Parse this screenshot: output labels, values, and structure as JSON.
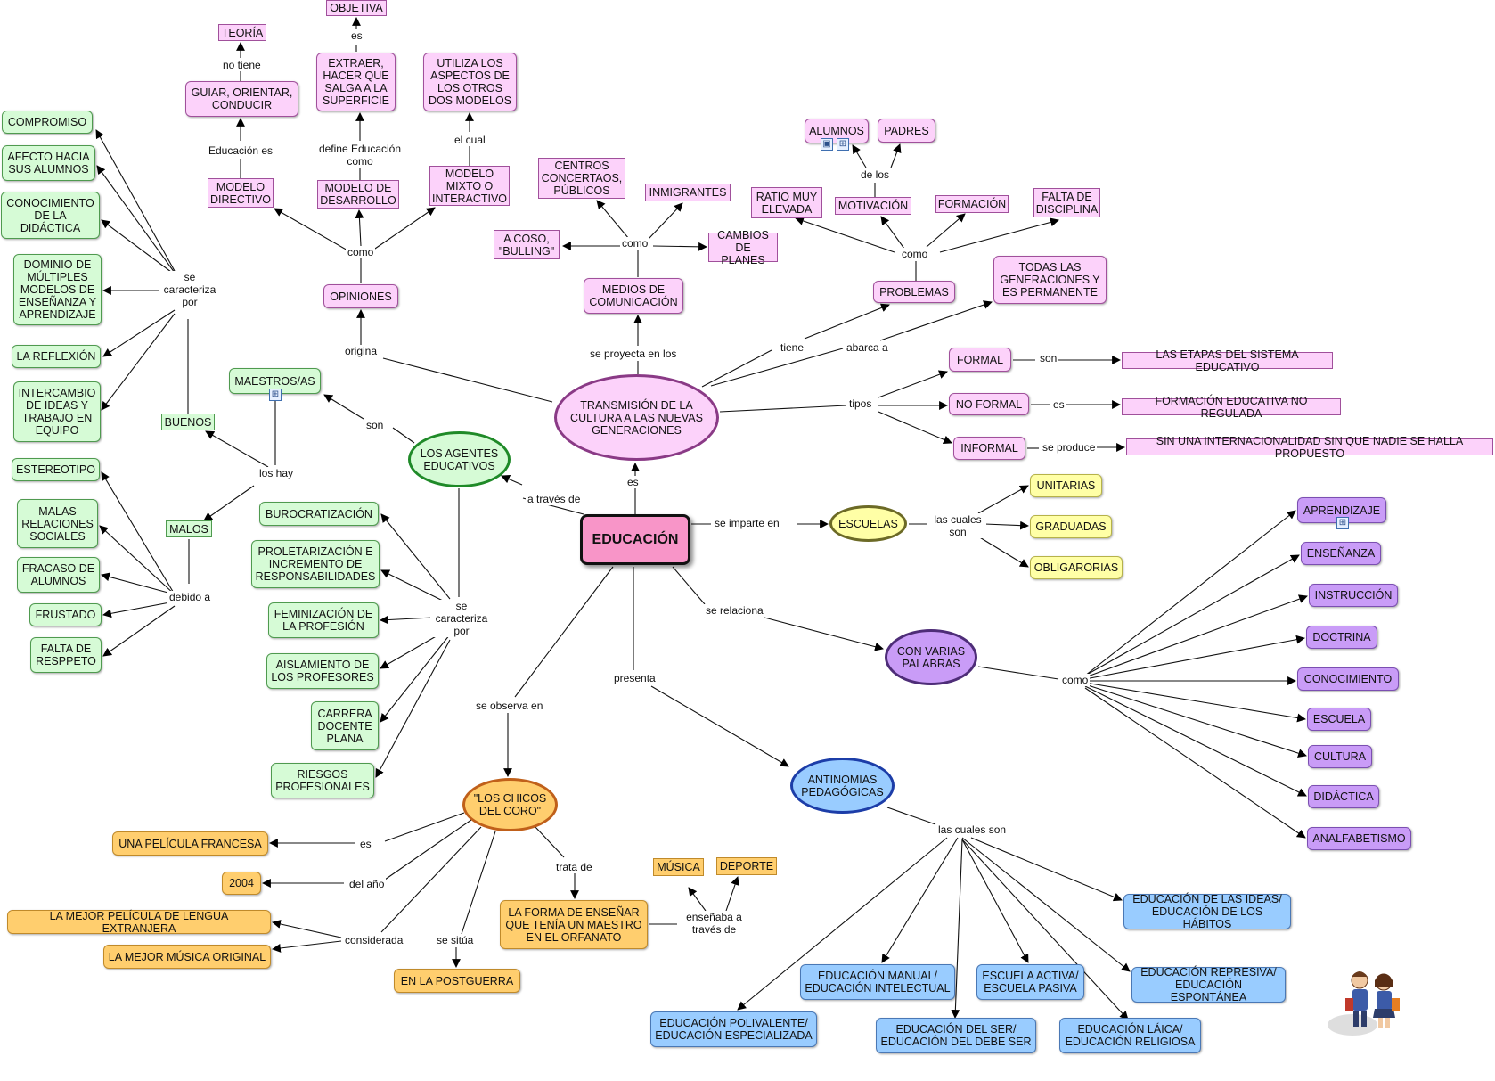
{
  "center": {
    "label": "EDUCACIÓN"
  },
  "nodes": {
    "transmision": "TRANSMISIÓN DE LA CULTURA A LAS NUEVAS GENERACIONES",
    "opiniones": "OPINIONES",
    "modelo_directivo": "MODELO DIRECTIVO",
    "modelo_desarrollo": "MODELO DE DESARROLLO",
    "modelo_mixto": "MODELO MIXTO O INTERACTIVO",
    "guiar": "GUIAR, ORIENTAR, CONDUCIR",
    "teoria": "TEORÍA",
    "extraer": "EXTRAER, HACER QUE SALGA A LA SUPERFICIE",
    "objetiva": "OBJETIVA",
    "utiliza": "UTILIZA LOS ASPECTOS DE LOS OTROS DOS MODELOS",
    "medios": "MEDIOS DE COMUNICACIÓN",
    "acoso": "A COSO, \"BULLING\"",
    "centros": "CENTROS CONCERTAOS, PÚBLICOS",
    "inmigrantes": "INMIGRANTES",
    "cambios": "CAMBIOS DE PLANES",
    "problemas": "PROBLEMAS",
    "ratio": "RATIO MUY ELEVADA",
    "motivacion": "MOTIVACIÓN",
    "alumnos": "ALUMNOS",
    "padres": "PADRES",
    "formacion": "FORMACIÓN",
    "falta_disciplina": "FALTA DE DISCIPLINA",
    "todas": "TODAS LAS GENERACIONES Y ES PERMANENTE",
    "formal": "FORMAL",
    "no_formal": "NO FORMAL",
    "informal": "INFORMAL",
    "etapas": "LAS ETAPAS DEL SISTEMA EDUCATIVO",
    "formacion_nr": "FORMACIÓN EDUCATIVA NO REGULADA",
    "sin_intencion": "SIN UNA INTERNACIONALIDAD SIN QUE NADIE SE HALLA PROPUESTO",
    "escuelas": "ESCUELAS",
    "unitarias": "UNITARIAS",
    "graduadas": "GRADUADAS",
    "obligatorias": "OBLIGARORIAS",
    "palabras": "CON VARIAS PALABRAS",
    "aprendizaje": "APRENDIZAJE",
    "ensenanza": "ENSEÑANZA",
    "instruccion": "INSTRUCCIÓN",
    "doctrina": "DOCTRINA",
    "conocimiento": "CONOCIMIENTO",
    "escuela": "ESCUELA",
    "cultura": "CULTURA",
    "didactica": "DIDÁCTICA",
    "analfabetismo": "ANALFABETISMO",
    "antinomias": "ANTINOMIAS PEDAGÓGICAS",
    "ideas_habitos": "EDUCACIÓN DE LAS IDEAS/ EDUCACIÓN DE LOS HÁBITOS",
    "manual": "EDUCACIÓN MANUAL/ EDUCACIÓN INTELECTUAL",
    "activa": "ESCUELA ACTIVA/ ESCUELA PASIVA",
    "represiva": "EDUCACIÓN REPRESIVA/ EDUCACIÓN ESPONTÁNEA",
    "polivalente": "EDUCACIÓN POLIVALENTE/ EDUCACIÓN ESPECIALIZADA",
    "ser": "EDUCACIÓN DEL SER/ EDUCACIÓN DEL DEBE SER",
    "laica": "EDUCACIÓN LÁICA/ EDUCACIÓN RELIGIOSA",
    "chicos": "\"LOS CHICOS DEL CORO\"",
    "pelicula": "UNA PELÍCULA FRANCESA",
    "anio": "2004",
    "mejor_pelicula": "LA MEJOR PELÍCULA DE LENGUA EXTRANJERA",
    "mejor_musica": "LA MEJOR MÚSICA ORIGINAL",
    "postguerra": "EN LA POSTGUERRA",
    "forma": "LA FORMA DE ENSEÑAR QUE TENÍA UN MAESTRO EN EL ORFANATO",
    "musica": "MÚSICA",
    "deporte": "DEPORTE",
    "agentes": "LOS AGENTES EDUCATIVOS",
    "maestros": "MAESTROS/AS",
    "buenos": "BUENOS",
    "malos": "MALOS",
    "compromiso": "COMPROMISO",
    "afecto": "AFECTO HACIA SUS ALUMNOS",
    "conoc_didactica": "CONOCIMIENTO DE LA DIDÁCTICA",
    "dominio": "DOMINIO DE MÚLTIPLES MODELOS DE ENSEÑANZA Y APRENDIZAJE",
    "reflexion": "LA REFLEXIÓN",
    "intercambio": "INTERCAMBIO DE IDEAS Y TRABAJO EN EQUIPO",
    "estereotipo": "ESTEREOTIPO",
    "malas": "MALAS RELACIONES SOCIALES",
    "fracaso": "FRACASO DE ALUMNOS",
    "frustrado": "FRUSTADO",
    "falta_respeto": "FALTA DE RESPPETO",
    "burocratizacion": "BUROCRATIZACIÓN",
    "proletarizacion": "PROLETARIZACIÓN E INCREMENTO DE RESPONSABILIDADES",
    "feminizacion": "FEMINIZACIÓN DE LA PROFESIÓN",
    "aislamiento": "AISLAMIENTO DE LOS PROFESORES",
    "carrera": "CARRERA DOCENTE PLANA",
    "riesgos": "RIESGOS PROFESIONALES"
  },
  "links": {
    "es_center": "es",
    "origina": "origina",
    "como_op": "como",
    "educacion_es": "Educación es",
    "no_tiene": "no tiene",
    "define": "define Educación como",
    "es_obj": "es",
    "el_cual": "el cual",
    "se_proyecta": "se proyecta en los",
    "como_med": "como",
    "tiene": "tiene",
    "como_prob": "como",
    "de_los": "de los",
    "abarca": "abarca a",
    "tipos": "tipos",
    "son_formal": "son",
    "es_noformal": "es",
    "se_produce": "se produce",
    "se_imparte": "se imparte en",
    "las_cuales_son": "las cuales son",
    "se_relaciona": "se relaciona",
    "como_pal": "como",
    "presenta": "presenta",
    "cuales_son_ant": "las cuales son",
    "se_observa": "se observa en",
    "es_chicos": "es",
    "del_anio": "del año",
    "considerada": "considerada",
    "se_situa": "se sitúa",
    "trata_de": "trata de",
    "ensenaba": "enseñaba a través de",
    "a_traves": "a través de",
    "son_ag": "son",
    "los_hay": "los hay",
    "caracteriza_buenos": "se caracteriza por",
    "debido": "debido a",
    "caracteriza_ag": "se caracteriza por"
  }
}
